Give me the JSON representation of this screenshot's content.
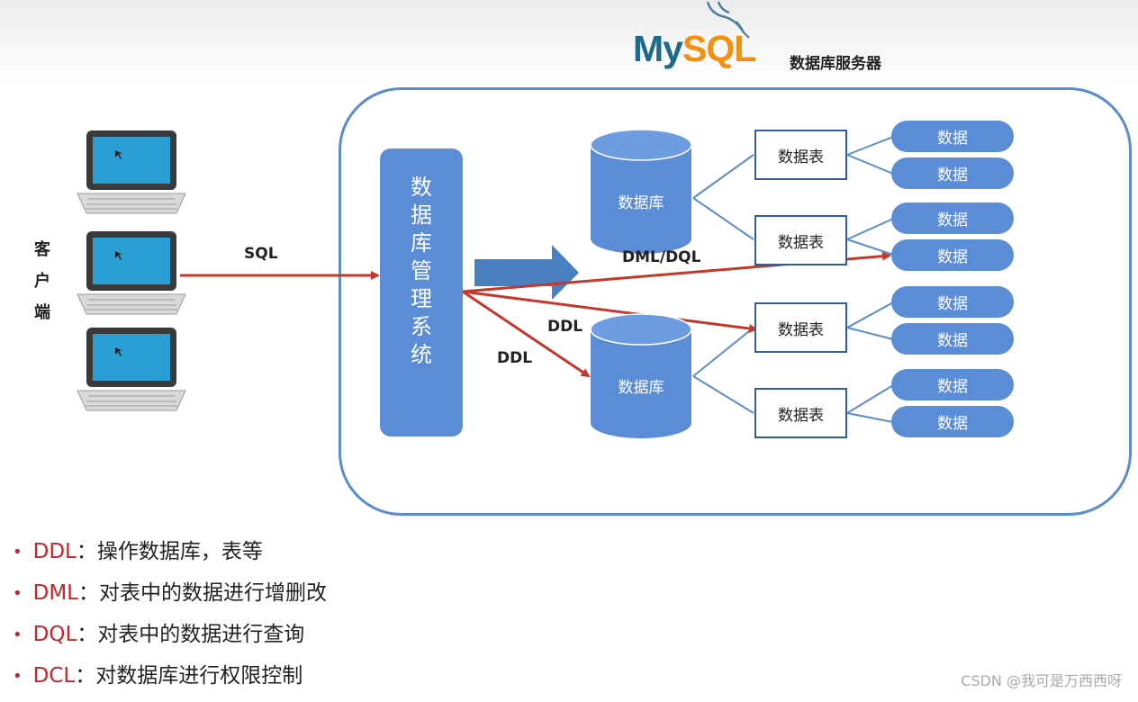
{
  "logo": {
    "my": "My",
    "sql": "SQL"
  },
  "server_title": "数据库服务器",
  "client_label": "客户端",
  "dbms_label": "数据库管理系统",
  "databases": [
    "数据库",
    "数据库"
  ],
  "tables": [
    "数据表",
    "数据表",
    "数据表",
    "数据表"
  ],
  "data_items": [
    "数据",
    "数据",
    "数据",
    "数据",
    "数据",
    "数据",
    "数据",
    "数据"
  ],
  "edge_labels": {
    "sql": "SQL",
    "dml_dql": "DML/DQL",
    "ddl_1": "DDL",
    "ddl_2": "DDL"
  },
  "colors": {
    "accent_blue": "#5b8dd6",
    "arrow_red": "#c0392b",
    "border_blue": "#5b8dcb"
  },
  "bullets": [
    {
      "term": "DDL",
      "sep": "：",
      "desc": "操作数据库，表等"
    },
    {
      "term": "DML",
      "sep": "：",
      "desc": "对表中的数据进行增删改"
    },
    {
      "term": "DQL",
      "sep": "：",
      "desc": "对表中的数据进行查询"
    },
    {
      "term": "DCL",
      "sep": "：",
      "desc": "对数据库进行权限控制"
    }
  ],
  "watermark": "CSDN @我可是万西西呀"
}
